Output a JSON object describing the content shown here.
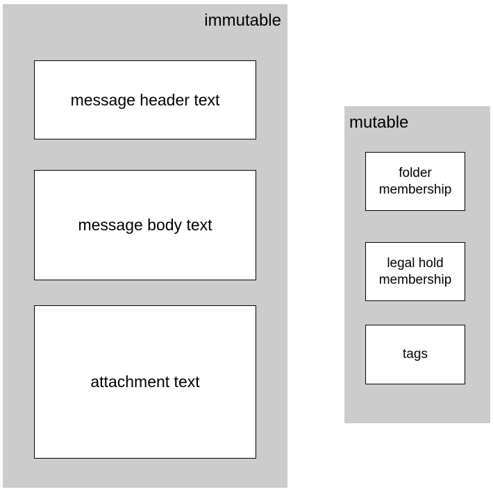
{
  "groups": {
    "immutable": {
      "label": "immutable",
      "items": [
        "message header text",
        "message body text",
        "attachment text"
      ]
    },
    "mutable": {
      "label": "mutable",
      "items": [
        "folder\nmembership",
        "legal hold\nmembership",
        "tags"
      ]
    }
  },
  "colors": {
    "group_fill": "#cccccc",
    "box_fill": "#ffffff",
    "box_border": "#000000"
  }
}
